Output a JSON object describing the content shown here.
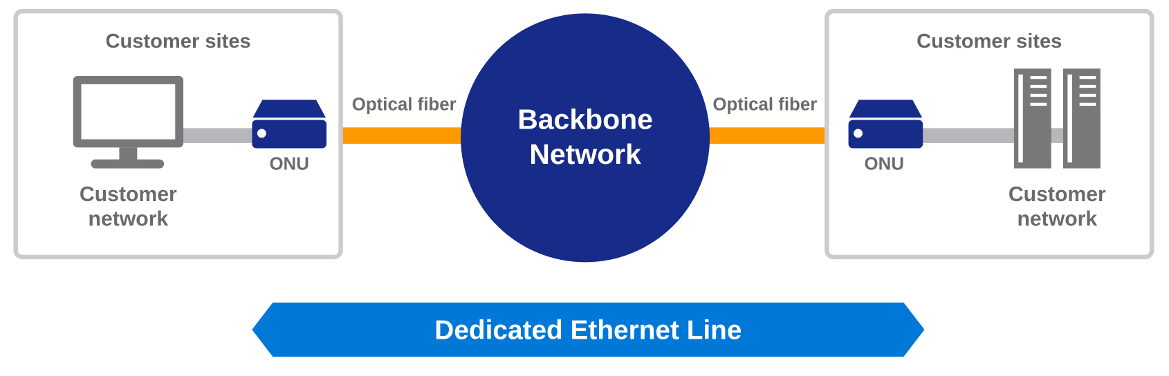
{
  "diagram": {
    "left_site": {
      "title": "Customer sites",
      "device": "monitor-icon",
      "device_label_line1": "Customer",
      "device_label_line2": "network",
      "onu_label": "ONU"
    },
    "right_site": {
      "title": "Customer sites",
      "device": "server-rack-icon",
      "device_label_line1": "Customer",
      "device_label_line2": "network",
      "onu_label": "ONU"
    },
    "left_link_label": "Optical fiber",
    "right_link_label": "Optical fiber",
    "backbone": {
      "line1": "Backbone",
      "line2": "Network"
    },
    "banner": {
      "label": "Dedicated Ethernet Line"
    },
    "colors": {
      "navy": "#172b89",
      "fiber_orange": "#ff9900",
      "banner_blue": "#0078d7",
      "box_border": "#cccccc",
      "icon_gray": "#787878",
      "text_gray": "#6b6b6b",
      "cable_gray": "#b6b6bb"
    }
  }
}
